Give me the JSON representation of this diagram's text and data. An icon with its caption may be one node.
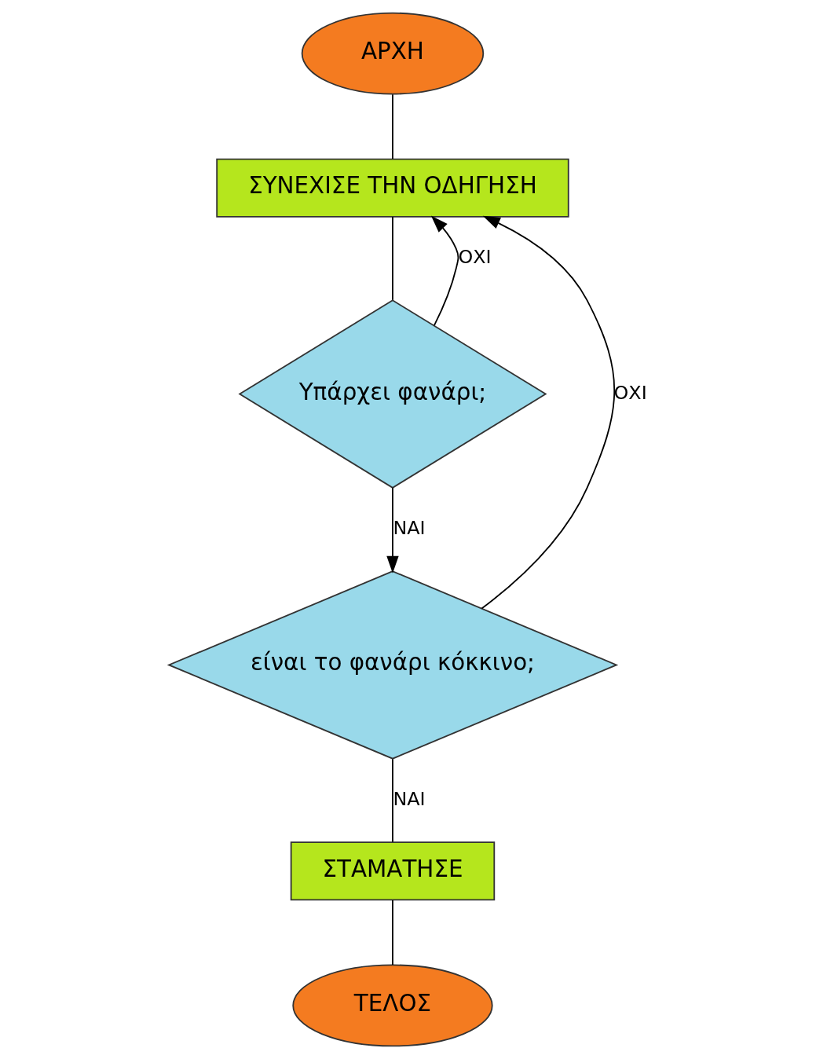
{
  "diagram": {
    "nodes": [
      {
        "text": [
          "ΑΡΧΗ"
        ]
      },
      {
        "text": [
          "ΣΥΝΕΧΙΣΕ ΤΗΝ ΟΔΗΓΗΣΗ"
        ]
      },
      {
        "text": [
          "Υπάρχει φανάρι;"
        ]
      },
      {
        "text": [
          "είναι το φανάρι κόκκινο;"
        ]
      },
      {
        "text": [
          "ΣΤΑΜΑΤΗΣΕ"
        ]
      },
      {
        "text": [
          "ΤΕΛΟΣ"
        ]
      }
    ],
    "edges": [
      {
        "from": 0,
        "to": 1,
        "arrow": "none"
      },
      {
        "from": 1,
        "to": 2,
        "arrow": "none"
      },
      {
        "from": 2,
        "to": 1,
        "arrow": "to",
        "label": "ΟΧΙ"
      },
      {
        "from": 2,
        "to": 3,
        "arrow": "to",
        "label": "ΝΑΙ"
      },
      {
        "from": 3,
        "to": 1,
        "arrow": "to",
        "label": "ΟΧΙ"
      },
      {
        "from": 3,
        "to": 4,
        "arrow": "none",
        "label": "ΝΑΙ"
      },
      {
        "from": 4,
        "to": 5,
        "arrow": "none"
      }
    ]
  }
}
